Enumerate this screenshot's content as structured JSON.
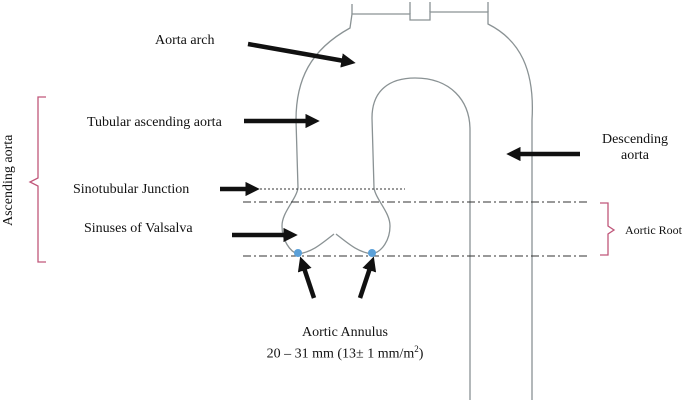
{
  "labels": {
    "aorta_arch": "Aorta arch",
    "tubular_ascending": "Tubular ascending aorta",
    "sinotubular_junction": "Sinotubular Junction",
    "sinuses_valsalva": "Sinuses of Valsalva",
    "descending_line1": "Descending",
    "descending_line2": "aorta",
    "aortic_root": "Aortic Root",
    "ascending_aorta": "Ascending aorta",
    "annulus_title": "Aortic Annulus",
    "annulus_measure_main": "20 – 31 mm (13± 1 mm/m",
    "annulus_measure_sup": "2",
    "annulus_measure_end": ")"
  },
  "colors": {
    "outline": "#8a9294",
    "arrow": "#111111",
    "bracket": "#c0577a",
    "annulus_dot": "#5aa0d8",
    "dash": "#333333"
  }
}
